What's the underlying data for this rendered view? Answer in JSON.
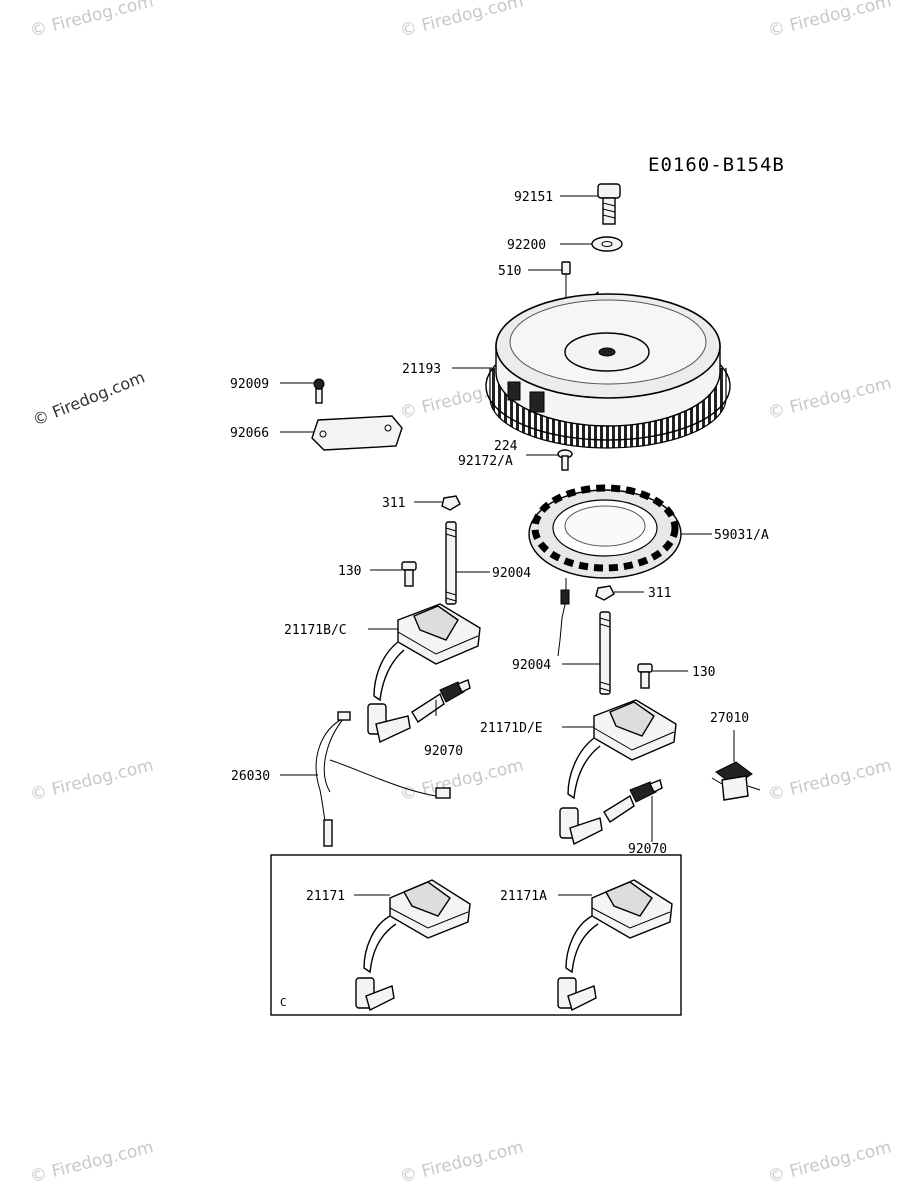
{
  "diagram_code": "E0160-B154B",
  "watermark": "© Firedog.com",
  "inset_label": "C",
  "labels": {
    "p92151": "92151",
    "p92200": "92200",
    "p510": "510",
    "p21193": "21193",
    "p92009": "92009",
    "p92066": "92066",
    "p224": "224",
    "p92172a": "92172/A",
    "p311_left": "311",
    "p59031a": "59031/A",
    "p130_left": "130",
    "p92004_left": "92004",
    "p311_right": "311",
    "p21171bc": "21171B/C",
    "p92004_right": "92004",
    "p130_right": "130",
    "p27010": "27010",
    "p21171de": "21171D/E",
    "p92070_left": "92070",
    "p26030": "26030",
    "p92070_right": "92070",
    "p21171": "21171",
    "p21171a": "21171A"
  }
}
